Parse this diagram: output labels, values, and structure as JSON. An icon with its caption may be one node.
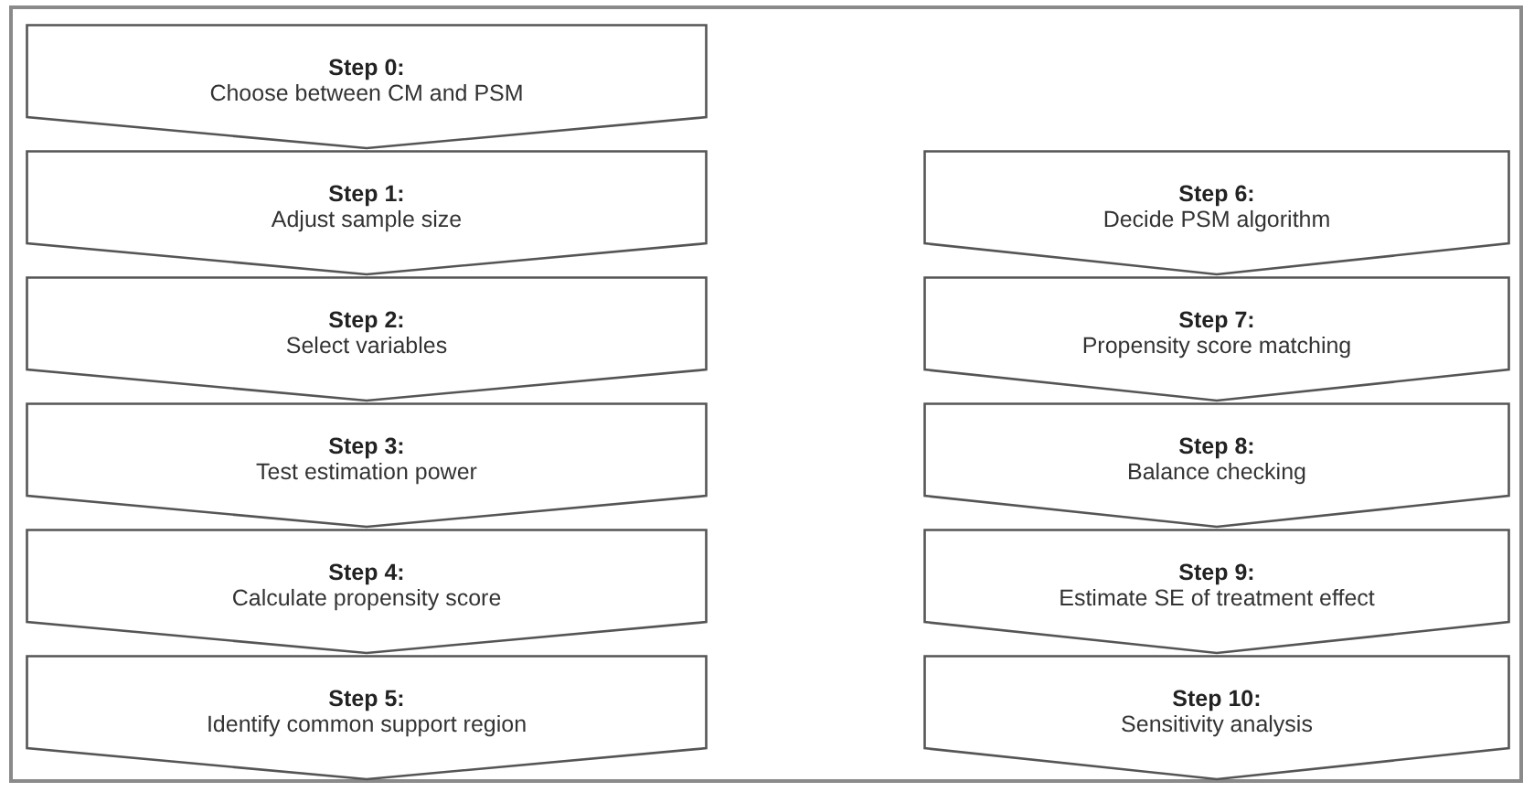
{
  "diagram": {
    "nodes": [
      {
        "text": [
          "Step 0:",
          "Choose between CM and PSM"
        ]
      },
      {
        "text": [
          "Step 1:",
          "Adjust sample size"
        ]
      },
      {
        "text": [
          "Step 2:",
          "Select variables"
        ]
      },
      {
        "text": [
          "Step 3:",
          "Test estimation power"
        ]
      },
      {
        "text": [
          "Step 4:",
          "Calculate propensity score"
        ]
      },
      {
        "text": [
          "Step 5:",
          "Identify common support region"
        ]
      },
      {
        "text": [
          "Step 6:",
          "Decide PSM algorithm"
        ]
      },
      {
        "text": [
          "Step 7:",
          "Propensity score matching"
        ]
      },
      {
        "text": [
          "Step 8:",
          "Balance checking"
        ]
      },
      {
        "text": [
          "Step 9:",
          "Estimate SE of treatment effect"
        ]
      },
      {
        "text": [
          "Step 10:",
          "Sensitivity analysis"
        ]
      }
    ]
  }
}
